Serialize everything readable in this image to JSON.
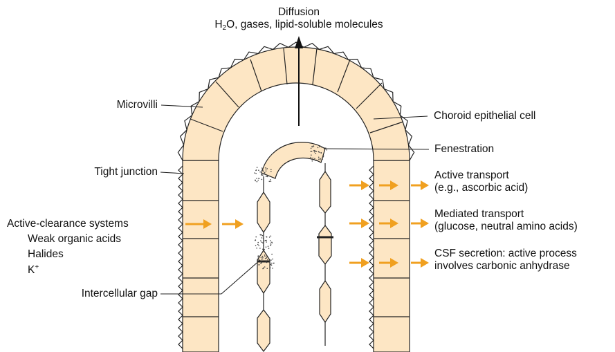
{
  "labels": {
    "diffusion_title": "Diffusion",
    "diffusion_h2": "H",
    "diffusion_sub": "2",
    "diffusion_rest": "O, gases, lipid-soluble molecules",
    "microvilli": "Microvilli",
    "choroid_cell": "Choroid epithelial cell",
    "fenestration": "Fenestration",
    "tight_junction": "Tight junction",
    "active_transport_1": "Active transport",
    "active_transport_2": "(e.g., ascorbic acid)",
    "mediated_transport_1": "Mediated transport",
    "mediated_transport_2": "(glucose, neutral amino acids)",
    "csf_1": "CSF secretion: active process",
    "csf_2": "involves carbonic anhydrase",
    "active_clearance": "Active-clearance systems",
    "weak_acids": "Weak organic acids",
    "halides": "Halides",
    "k_base": "K",
    "k_sup": "+",
    "intercellular_gap": "Intercellular gap"
  },
  "colors": {
    "cell_fill": "#fde6c4",
    "arrow": "#f0a020",
    "line": "#222222"
  }
}
